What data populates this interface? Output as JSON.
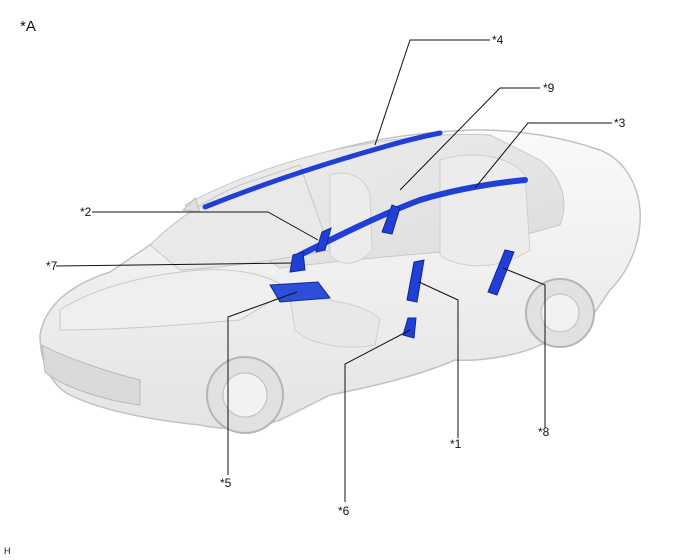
{
  "view_label": "*A",
  "footer_code": "H",
  "colors": {
    "airbag": "#1f3fd6",
    "airbag_dark": "#14288f",
    "body_fill": "#f3f3f3",
    "body_stroke": "#c9c9c9",
    "leader": "#111111"
  },
  "callouts": {
    "c1": "*1",
    "c2": "*2",
    "c3": "*3",
    "c4": "*4",
    "c5": "*5",
    "c6": "*6",
    "c7": "*7",
    "c8": "*8",
    "c9": "*9"
  }
}
